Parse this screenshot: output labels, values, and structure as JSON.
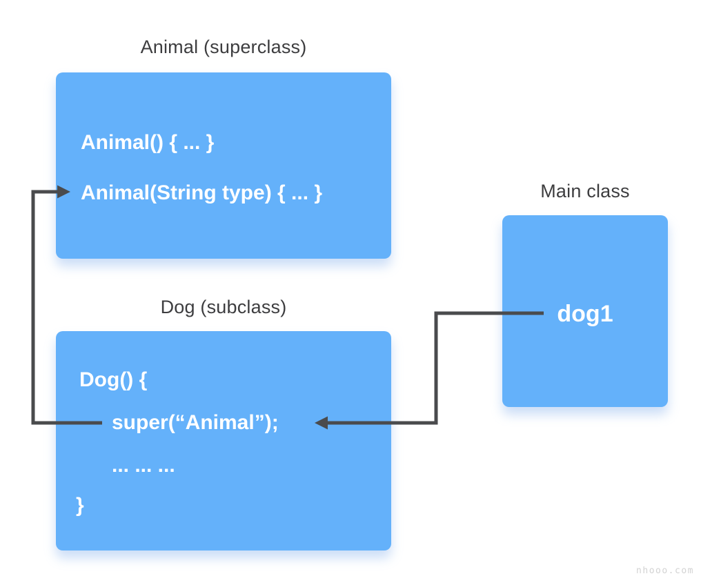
{
  "colors": {
    "box-blue": "#64b1fa",
    "arrow": "#4a4b4d",
    "label": "#3d3d3f",
    "code": "#ffffff",
    "watermark": "#d2d2d2"
  },
  "diagram": {
    "animal": {
      "label": "Animal (superclass)",
      "lines": [
        "Animal() { ... }",
        "Animal(String type) { ... }"
      ]
    },
    "dog": {
      "label": "Dog (subclass)",
      "lines": [
        "Dog() {",
        "super(“Animal”);",
        "... ... ...",
        "}"
      ]
    },
    "main": {
      "label": "Main class",
      "value": "dog1"
    },
    "arrows": [
      {
        "name": "super-call-to-animal-constructor"
      },
      {
        "name": "dog1-to-super-call"
      }
    ]
  },
  "watermark": "nhooo.com"
}
